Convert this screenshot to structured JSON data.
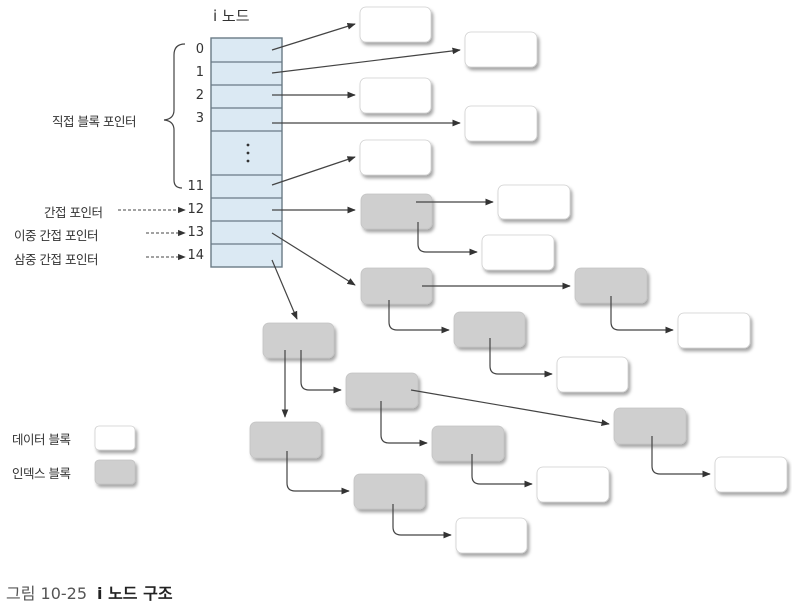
{
  "inode": {
    "title": "i 노드",
    "indices": [
      "0",
      "1",
      "2",
      "3",
      "11",
      "12",
      "13",
      "14"
    ],
    "ellipsis": "⋮",
    "fill_color": "#dbe9f3",
    "border_color": "#6a7a86"
  },
  "labels": {
    "direct": "직접 블록 포인터",
    "single_indirect": "간접 포인터",
    "double_indirect": "이중 간접 포인터",
    "triple_indirect": "삼중 간접 포인터"
  },
  "legend": {
    "data_block": "데이터 블록",
    "index_block": "인덱스 블록",
    "data_color": "#ffffff",
    "index_color": "#cfcfcf"
  },
  "caption": {
    "number": "그림 10-25",
    "title": "i 노드 구조"
  }
}
